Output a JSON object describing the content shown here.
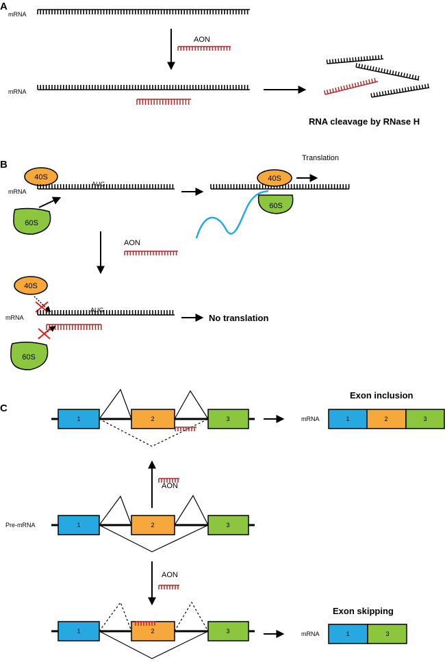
{
  "colors": {
    "rna": "#000000",
    "aon": "#b0282b",
    "subunit_40s": "#f6a93a",
    "subunit_60s": "#8cc63e",
    "exon_1": "#26a9e0",
    "exon_2": "#f6a93a",
    "exon_3": "#8cc63e",
    "peptide": "#26a9e0"
  },
  "panel_a": {
    "letter": "A",
    "mrna_top": "mRNA",
    "aon": "AON",
    "mrna_bottom": "mRNA",
    "result": "RNA cleavage by RNase H"
  },
  "panel_b": {
    "letter": "B",
    "subunit_40s": "40S",
    "subunit_60s": "60S",
    "mrna": "mRNA",
    "aug": "AUG",
    "translation": "Translation",
    "aon": "AON",
    "blocked_40s": "40S",
    "blocked_60s": "60S",
    "blocked_mrna": "mRNA",
    "blocked_aug": "AUG",
    "result": "No translation",
    "ribosome_40s": "40S",
    "ribosome_60s": "60S"
  },
  "panel_c": {
    "letter": "C",
    "pre_mrna": "Pre-mRNA",
    "exon_labels": [
      "1",
      "2",
      "3"
    ],
    "aon_up": "AON",
    "aon_down": "AON",
    "inclusion_title": "Exon inclusion",
    "skipping_title": "Exon skipping",
    "inclusion_mrna": "mRNA",
    "skipping_mrna": "mRNA"
  }
}
